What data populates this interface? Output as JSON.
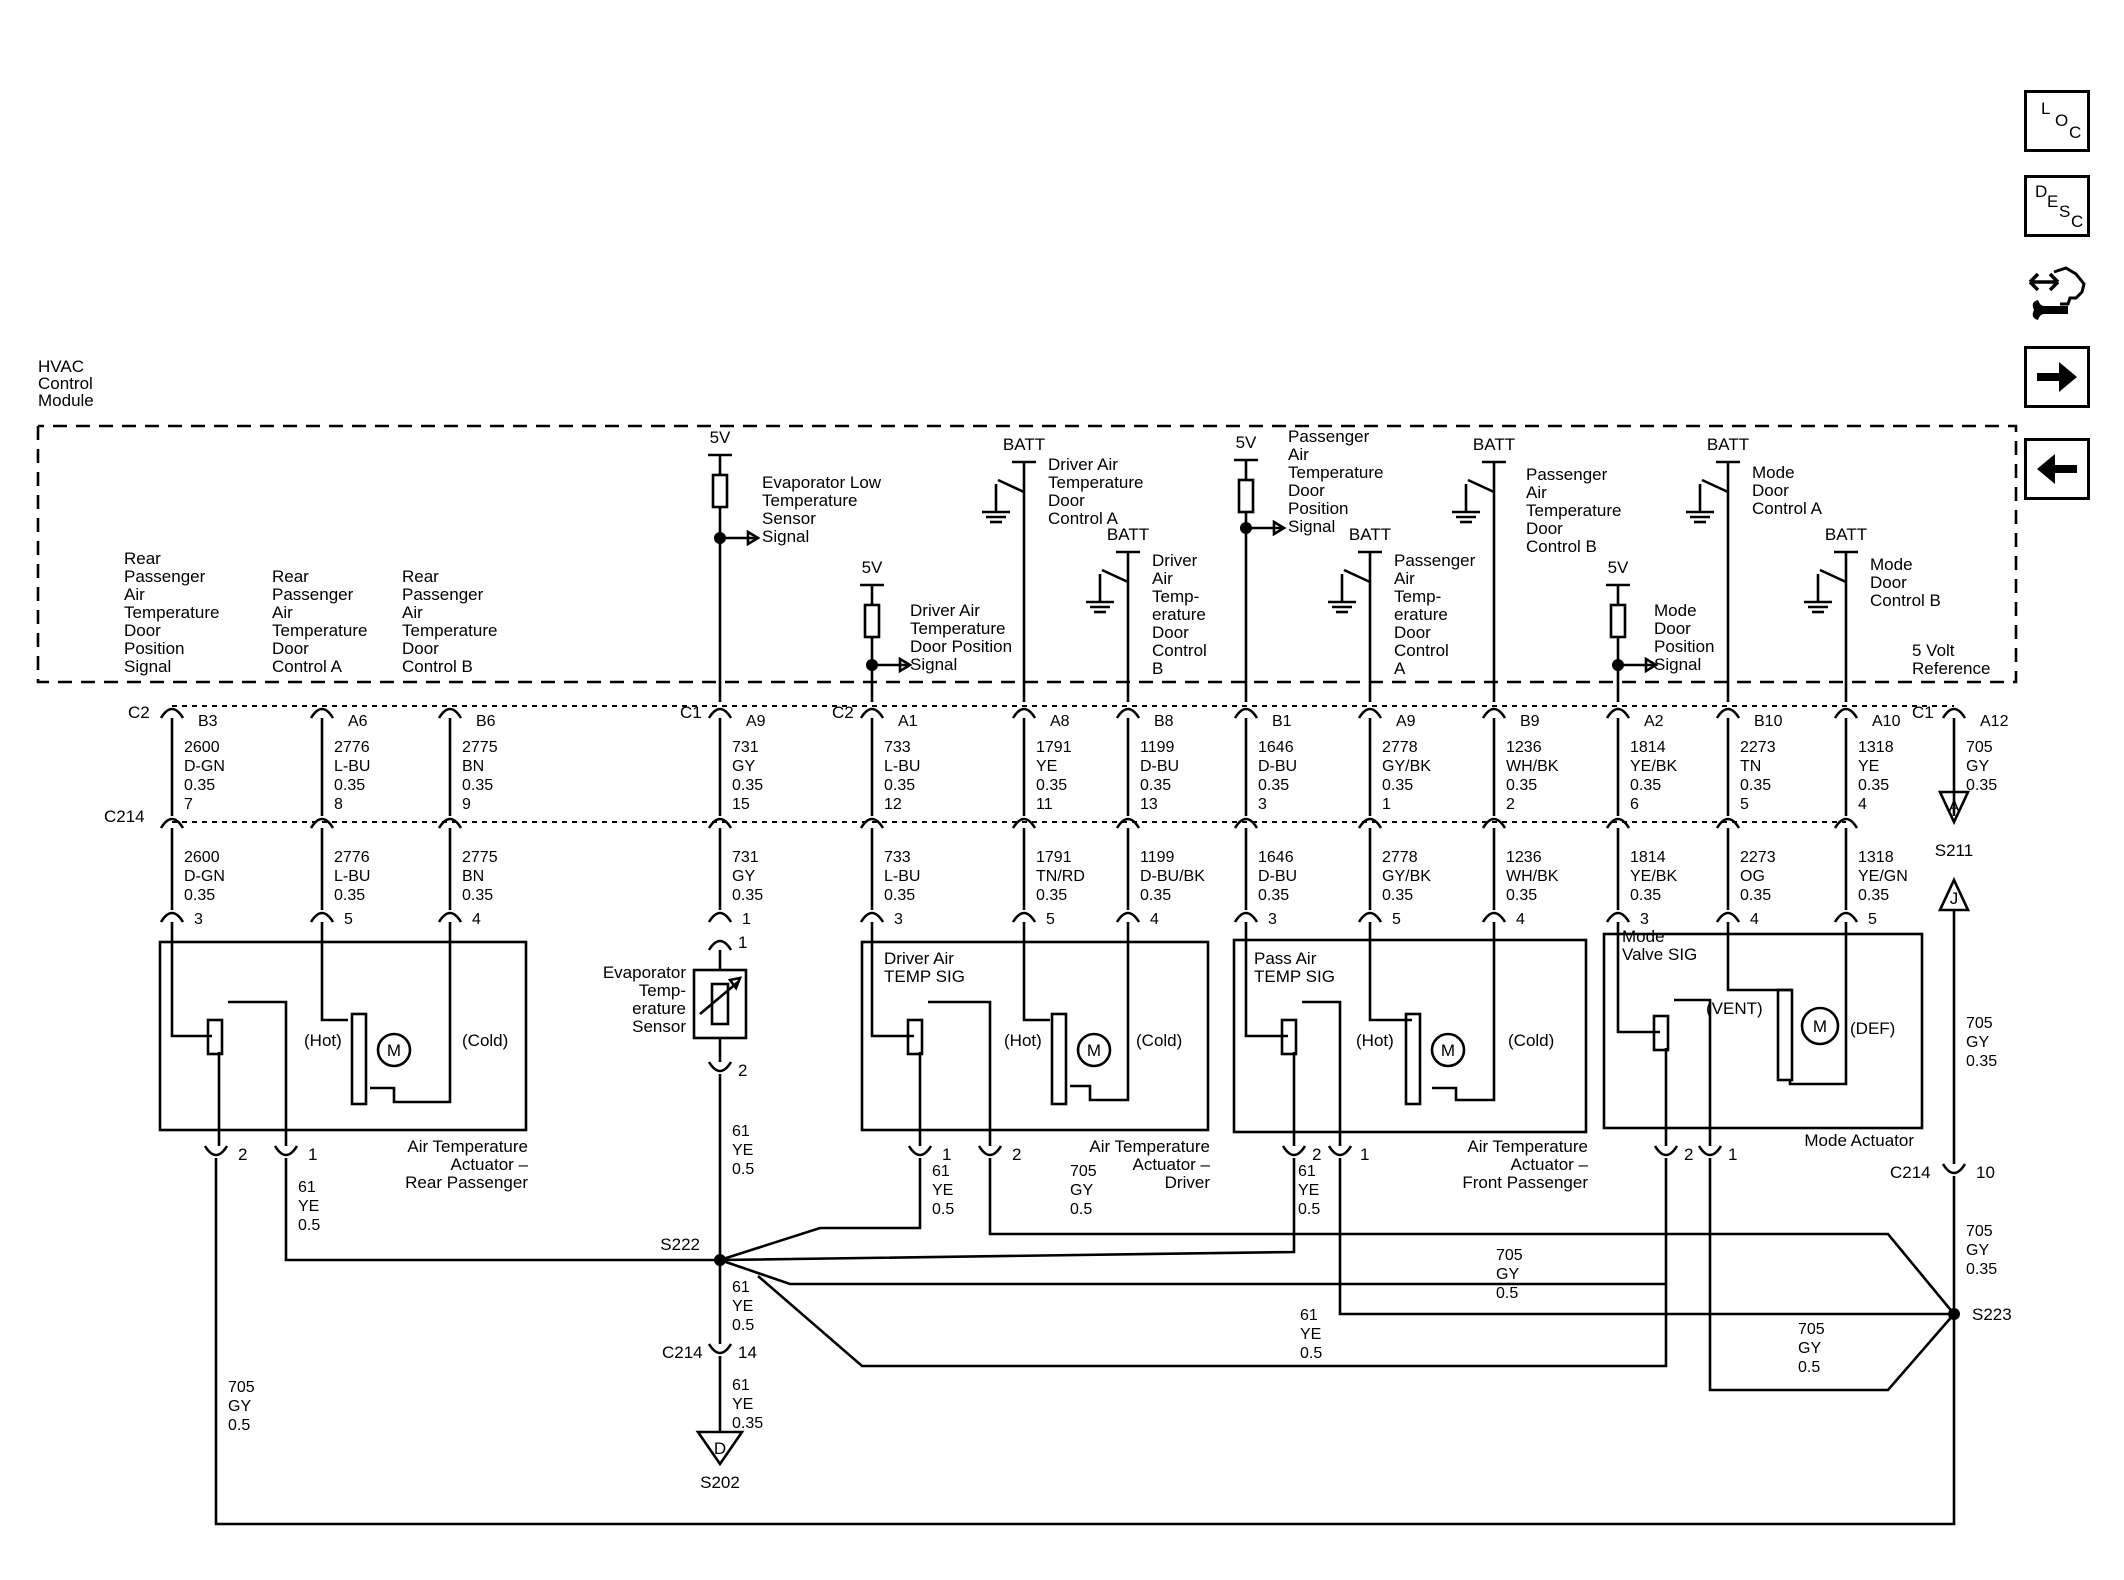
{
  "module": {
    "title": "HVAC\nControl\nModule"
  },
  "nav": {
    "loc": [
      "L",
      "O",
      "C"
    ],
    "desc": [
      "D",
      "E",
      "S",
      "C"
    ]
  },
  "labels": {
    "evap_signal": "Evaporator Low\nTemperature\nSensor\nSignal",
    "rear_pos": "Rear\nPassenger\nAir\nTemperature\nDoor\nPosition\nSignal",
    "rear_ctrl_a": "Rear\nPassenger\nAir\nTemperature\nDoor\nControl A",
    "rear_ctrl_b": "Rear\nPassenger\nAir\nTemperature\nDoor\nControl B",
    "drv_pos": "Driver Air\nTemperature\nDoor Position\nSignal",
    "drv_ctrl_a": "Driver Air\nTemperature\nDoor\nControl A",
    "drv_ctrl_b": "Driver\nAir\nTemp-\nerature\nDoor\nControl\nB",
    "pass_pos": "Passenger\nAir\nTemperature\nDoor\nPosition\nSignal",
    "pass_ctrl_a": "Passenger\nAir\nTemp-\nerature\nDoor\nControl\nA",
    "pass_ctrl_b": "Passenger\nAir\nTemperature\nDoor\nControl B",
    "mode_ctrl_a": "Mode\nDoor\nControl A",
    "mode_pos": "Mode\nDoor\nPosition\nSignal",
    "mode_ctrl_b": "Mode\nDoor\nControl B",
    "five_volt_ref": "5 Volt\nReference",
    "evap_sensor": "Evaporator\nTemp-\nerature\nSensor",
    "rear_actuator": "Air Temperature\nActuator –\nRear Passenger",
    "drv_actuator": "Air Temperature\nActuator –\nDriver",
    "pass_actuator": "Air Temperature\nActuator –\nFront Passenger",
    "mode_actuator": "Mode Actuator",
    "drv_sig": "Driver Air\nTEMP SIG",
    "pass_sig": "Pass Air\nTEMP SIG",
    "mode_sig": "Mode\nValve SIG",
    "hot": "(Hot)",
    "cold": "(Cold)",
    "vent": "(VENT)",
    "def": "(DEF)",
    "motor": "M",
    "v5": "5V",
    "batt": "BATT",
    "c1": "C1",
    "c2": "C2",
    "c214": "C214",
    "s211": "S211",
    "s222": "S222",
    "s223": "S223",
    "s202": "S202",
    "conn_a": "A",
    "conn_j": "J",
    "conn_d": "D"
  },
  "pins_top": [
    {
      "id": "rear_pos",
      "pin": "B3",
      "upper": "2600\nD-GN\n0.35\n7",
      "lower": "2600\nD-GN\n0.35",
      "ap": "3"
    },
    {
      "id": "rear_a",
      "pin": "A6",
      "upper": "2776\nL-BU\n0.35\n8",
      "lower": "2776\nL-BU\n0.35",
      "ap": "5"
    },
    {
      "id": "rear_b",
      "pin": "B6",
      "upper": "2775\nBN\n0.35\n9",
      "lower": "2775\nBN\n0.35",
      "ap": "4"
    },
    {
      "id": "evap",
      "pin": "A9",
      "upper": "731\nGY\n0.35\n15",
      "lower": "731\nGY\n0.35",
      "ap": "1"
    },
    {
      "id": "drv_pos",
      "pin": "A1",
      "upper": "733\nL-BU\n0.35\n12",
      "lower": "733\nL-BU\n0.35",
      "ap": "3"
    },
    {
      "id": "drv_a",
      "pin": "A8",
      "upper": "1791\nYE\n0.35\n11",
      "lower": "1791\nTN/RD\n0.35",
      "ap": "5"
    },
    {
      "id": "drv_b",
      "pin": "B8",
      "upper": "1199\nD-BU\n0.35\n13",
      "lower": "1199\nD-BU/BK\n0.35",
      "ap": "4"
    },
    {
      "id": "pass_pos",
      "pin": "B1",
      "upper": "1646\nD-BU\n0.35\n3",
      "lower": "1646\nD-BU\n0.35",
      "ap": "3"
    },
    {
      "id": "pass_a",
      "pin": "A9",
      "upper": "2778\nGY/BK\n0.35\n1",
      "lower": "2778\nGY/BK\n0.35",
      "ap": "5"
    },
    {
      "id": "pass_b",
      "pin": "B9",
      "upper": "1236\nWH/BK\n0.35\n2",
      "lower": "1236\nWH/BK\n0.35",
      "ap": "4"
    },
    {
      "id": "mode_pos",
      "pin": "A2",
      "upper": "1814\nYE/BK\n0.35\n6",
      "lower": "1814\nYE/BK\n0.35",
      "ap": "3"
    },
    {
      "id": "mode_a",
      "pin": "B10",
      "upper": "2273\nTN\n0.35\n5",
      "lower": "2273\nOG\n0.35",
      "ap": "4"
    },
    {
      "id": "mode_b",
      "pin": "A10",
      "upper": "1318\nYE\n0.35\n4",
      "lower": "1318\nYE/GN\n0.35",
      "ap": "5"
    },
    {
      "id": "ref",
      "pin": "A12",
      "upper": "705\nGY\n0.35",
      "lower": "",
      "ap": ""
    }
  ],
  "bottom_pins": {
    "rear": [
      "2",
      "1"
    ],
    "evap": "2",
    "drv": [
      "1",
      "2"
    ],
    "pass": [
      "2",
      "1"
    ],
    "mode": [
      "2",
      "1"
    ],
    "ref": "10",
    "c214_bottom": "14"
  },
  "wires": {
    "ye05": "61\nYE\n0.5",
    "gy05": "705\nGY\n0.5",
    "gy035": "705\nGY\n0.35",
    "ye035": "61\nYE\n0.35"
  }
}
